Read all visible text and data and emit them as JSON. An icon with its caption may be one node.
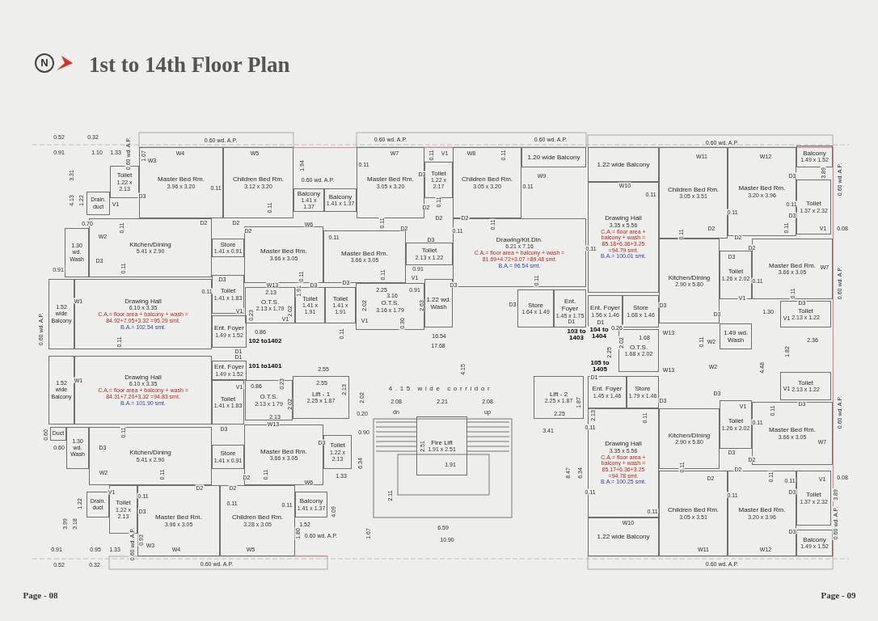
{
  "diagram": {
    "title": "1st to 14th Floor Plan",
    "nodes": [
      {
        "text": [
          "Toilet",
          "1.22 x 2.13"
        ]
      },
      {
        "text": [
          "Drain. duct"
        ]
      },
      {
        "text": [
          "Master Bed Rm.",
          "3.96 x 3.20"
        ]
      },
      {
        "text": [
          "Children Bed Rm.",
          "3.12 x 3.20"
        ]
      },
      {
        "text": [
          "Balcony",
          "1.41 x 1.37"
        ]
      },
      {
        "text": [
          "Balcony",
          "1.41 x 1.37"
        ]
      },
      {
        "text": [
          "1.30 wd. Wash"
        ]
      },
      {
        "text": [
          "Kitchen/Dining",
          "5.41 x 2.90"
        ]
      },
      {
        "text": [
          "Store",
          "1.41 x 0.91"
        ]
      },
      {
        "text": [
          "Master Bed Rm.",
          "3.66 x 3.05"
        ]
      },
      {
        "text": [
          "Toilet",
          "1.41 x 1.83"
        ]
      },
      {
        "text": [
          "O.T.S.",
          "2.13 x 1.79"
        ]
      },
      {
        "text": [
          "Toilet",
          "1.41 x 1.91"
        ]
      },
      {
        "text": [
          "1.52 wide Balcony"
        ]
      },
      {
        "text": [
          "Drawing Hall",
          "6.10 x 3.35",
          "C.A.= floor area + balcony + wash = 84.92+7.05+3.32 =95.29 smt.",
          "B.A.= 102.54 smt."
        ]
      },
      {
        "text": [
          "Ent. Foyer",
          "1.49 x 1.52"
        ]
      },
      {
        "text": [
          "Master Bed Rm.",
          "3.05 x 3.20"
        ]
      },
      {
        "text": [
          "Toilet",
          "1.22 x 2.17"
        ]
      },
      {
        "text": [
          "Children Bed Rm.",
          "3.05 x 3.20"
        ]
      },
      {
        "text": [
          "1.20 wide Balcony"
        ]
      },
      {
        "text": [
          "Master Bed Rm.",
          "3.66 x 3.05"
        ]
      },
      {
        "text": [
          "Toilet",
          "2.13 x 1.22"
        ]
      },
      {
        "text": [
          "O.T.S.",
          "3.16 x 1.79"
        ]
      },
      {
        "text": [
          "Toilet",
          "1.41 x 1.91"
        ]
      },
      {
        "text": [
          "1.22 wd. Wash"
        ]
      },
      {
        "text": [
          "Drawing/Kit.Din.",
          "6.21 x 7.16",
          "C.A.= floor area + balcony + wash = 81.69+4.72+3.07 =89.48 smt.",
          "B.A.= 96.54 smt."
        ]
      },
      {
        "text": [
          "Store",
          "1.64 x 1.49"
        ]
      },
      {
        "text": [
          "Ent. Foyer",
          "1.45 x 1.75"
        ]
      },
      {
        "text": [
          "1.22 wide Balcony"
        ]
      },
      {
        "text": [
          "Children Bed Rm.",
          "3.05 x 3.51"
        ]
      },
      {
        "text": [
          "Master Bed Rm.",
          "3.20 x 3.96"
        ]
      },
      {
        "text": [
          "Balcony",
          "1.49 x 1.52"
        ]
      },
      {
        "text": [
          "Toilet",
          "1.37 x 2.32"
        ]
      },
      {
        "text": [
          "Drawing Hall",
          "3.35 x 5.56",
          "C.A.= floor area + balcony + wash = 85.18+6.36+3.25 =94.79 smt.",
          "B.A.= 100.01 smt."
        ]
      },
      {
        "text": [
          "Kitchen/Dining",
          "2.90 x 5.80"
        ]
      },
      {
        "text": [
          "Toilet",
          "1.26 x 2.02"
        ]
      },
      {
        "text": [
          "Master Bed Rm.",
          "3.66 x 3.05"
        ]
      },
      {
        "text": [
          "Toilet",
          "2.13 x 1.22"
        ]
      },
      {
        "text": [
          "Ent. Foyer",
          "1.56 x 1.46"
        ]
      },
      {
        "text": [
          "Store",
          "1.68 x 1.46"
        ]
      },
      {
        "text": [
          "1.49 wd. Wash"
        ]
      },
      {
        "text": [
          "O.T.S.",
          "1.68 x 2.02"
        ]
      },
      {
        "text": [
          "1.52 wide Balcony"
        ]
      },
      {
        "text": [
          "Drawing Hall",
          "6.10 x 3.35",
          "C.A.= floor area + balcony + wash = 84.31+7.20+3.32 =94.83 smt.",
          "B.A.= 101.90 smt."
        ]
      },
      {
        "text": [
          "Ent. Foyer",
          "1.49 x 1.52"
        ]
      },
      {
        "text": [
          "Toilet",
          "1.41 x 1.83"
        ]
      },
      {
        "text": [
          "O.T.S.",
          "2.13 x 1.79"
        ]
      },
      {
        "text": [
          "Lift - 1",
          "2.25 x 1.87"
        ]
      },
      {
        "text": [
          "Duct"
        ]
      },
      {
        "text": [
          "1.30 wd. Wash"
        ]
      },
      {
        "text": [
          "Kitchen/Dining",
          "5.41 x 2.90"
        ]
      },
      {
        "text": [
          "Store",
          "1.41 x 0.91"
        ]
      },
      {
        "text": [
          "Master Bed Rm.",
          "3.66 x 3.05"
        ]
      },
      {
        "text": [
          "Toilet",
          "1.22 x 2.13"
        ]
      },
      {
        "text": [
          "Drain. duct"
        ]
      },
      {
        "text": [
          "Toilet",
          "1.22 x 2.13"
        ]
      },
      {
        "text": [
          "Master Bed Rm.",
          "3.96 x 3.05"
        ]
      },
      {
        "text": [
          "Children Bed Rm.",
          "3.28 x 3.05"
        ]
      },
      {
        "text": [
          "Balcony",
          "1.41 x 1.37"
        ]
      },
      {
        "text": [
          "Fire Lift",
          "1.91 x 2.51"
        ]
      },
      {
        "text": [
          "Lift - 2",
          "2.25 x 1.87"
        ]
      },
      {
        "text": [
          "Ent. Foyer",
          "1.45 x 1.46"
        ]
      },
      {
        "text": [
          "Store",
          "1.79 x 1.46"
        ]
      },
      {
        "text": [
          "Kitchen/Dining",
          "2.90 x 5.80"
        ]
      },
      {
        "text": [
          "Toilet",
          "2.13 x 1.22"
        ]
      },
      {
        "text": [
          "Toilet",
          "1.26 x 2.02"
        ]
      },
      {
        "text": [
          "Master Bed Rm.",
          "3.66 x 3.05"
        ]
      },
      {
        "text": [
          "Drawing Hall",
          "3.35 x 5.56",
          "C.A.= floor area + balcony + wash = 85.17+6.36+3.25 =94.78 smt.",
          "B.A.= 100.25 smt."
        ]
      },
      {
        "text": [
          "Children Bed Rm.",
          "3.05 x 3.51"
        ]
      },
      {
        "text": [
          "Master Bed Rm.",
          "3.20 x 3.96"
        ]
      },
      {
        "text": [
          "Toilet",
          "1.37 x 2.32"
        ]
      },
      {
        "text": [
          "Balcony",
          "1.49 x 1.52"
        ]
      },
      {
        "text": [
          "1.22 wide Balcony"
        ]
      }
    ],
    "labels": [
      "N",
      "Page - 08",
      "Page - 09",
      "0.52",
      "0.32",
      "0.60 wd. A.P.",
      "0.91",
      "1.10",
      "1.33",
      "0.60 wd. A.P.",
      "1.07",
      "W3",
      "W4",
      "W5",
      "3.31",
      "4.13",
      "1.22",
      "V1",
      "D3",
      "0.11",
      "1.94",
      "0.60 wd. A.P.",
      "0.11",
      "0.70",
      "D2",
      "D2",
      "0.11",
      "W2",
      "D2",
      "W6",
      "D3",
      "0.11",
      "0.91",
      "D3",
      "W13",
      "0.11",
      "D3",
      "0.11",
      "V1",
      "2.13",
      "2.02",
      "1.91",
      "0.23",
      "V1",
      "W1",
      "0.60 wd. A.P.",
      "0.11",
      "0.86",
      "102 to1402",
      "D1",
      "0.60 wd. A.P.",
      "0.60 wd. A.P.",
      "W7",
      "0.11",
      "V1",
      "W8",
      "0.11",
      "0.11",
      "D3",
      "W9",
      "0.11",
      "0.11",
      "D2",
      "D2",
      "D2",
      "0.11",
      "0.11",
      "D2",
      "0.11",
      "D3",
      "0.11",
      "0.11",
      "0.91",
      "V1",
      "0.11",
      "D3",
      "D3",
      "0.11",
      "2.25",
      "0.91",
      "3.16",
      "2.02",
      "2.63",
      "D3",
      "V1",
      "D1",
      "0.30",
      "0.11",
      "16.54",
      "17.68",
      "103 to 1403",
      "0.60 wd. A.P.",
      "W11",
      "W12",
      "W10",
      "D3",
      "3.89",
      "0.60 wd. A.P.",
      "0.11",
      "0.11",
      "0.11",
      "D3",
      "D2",
      "0.11",
      "V1",
      "0.08",
      "D2",
      "0.11",
      "D2",
      "D3",
      "W7",
      "0.11",
      "V1",
      "0.11",
      "D3",
      "D3",
      "D3",
      "1.30",
      "V1",
      "D1",
      "0.60 wd. A.P.",
      "104 to 1404",
      "0.26",
      "2.02",
      "1.68",
      "W13",
      "0.11",
      "W2",
      "2.36",
      "2.25",
      "1.82",
      "D1",
      "101 to1401",
      "2.55",
      "W1",
      "V1",
      "0.86",
      "0.23",
      "2.55",
      "2.02",
      "2.13",
      "W13",
      "0.11",
      "D3",
      "0.60",
      "0.60",
      "D3",
      "D3",
      "W2",
      "0.11",
      "D2",
      "0.11",
      "W6",
      "D2",
      "D2",
      "1.22",
      "V1",
      "0.11",
      "D3",
      "0.11",
      "0.11",
      "3.99",
      "3.18",
      "1.52",
      "1.80",
      "0.60 wd. A.P.",
      "0.91",
      "0.95",
      "1.33",
      "0.60 wd. A.P.",
      "0.93",
      "W3",
      "W4",
      "W5",
      "0.52",
      "0.32",
      "0.60 wd. A.P.",
      "4.15",
      "4.15 wide corridor",
      "2.13",
      "2.02",
      "1.87",
      "2.08",
      "2.21",
      "2.08",
      "0.20",
      "dn",
      "up",
      "2.25",
      "0.90",
      "3.41",
      "2.51",
      "1.91",
      "6.34",
      "1.33",
      "8.47",
      "6.34",
      "2.11",
      "4.09",
      "6.59",
      "1.67",
      "10.90",
      "105 to 1405",
      "W13",
      "W2",
      "4.48",
      "D1",
      "D3",
      "D3",
      "2.13",
      "V1",
      "D3",
      "V1",
      "0.11",
      "0.11",
      "0.11",
      "0.11",
      "D3",
      "W7",
      "0.60 wd. A.P.",
      "D2",
      "D2",
      "0.11",
      "D2",
      "0.11",
      "0.11",
      "V1",
      "0.08",
      "0.11",
      "D3",
      "3.89",
      "0.11",
      "0.11",
      "W10",
      "D3",
      "0.60 wd. A.P.",
      "W11",
      "W12",
      "0.60 wd. A.P."
    ]
  }
}
